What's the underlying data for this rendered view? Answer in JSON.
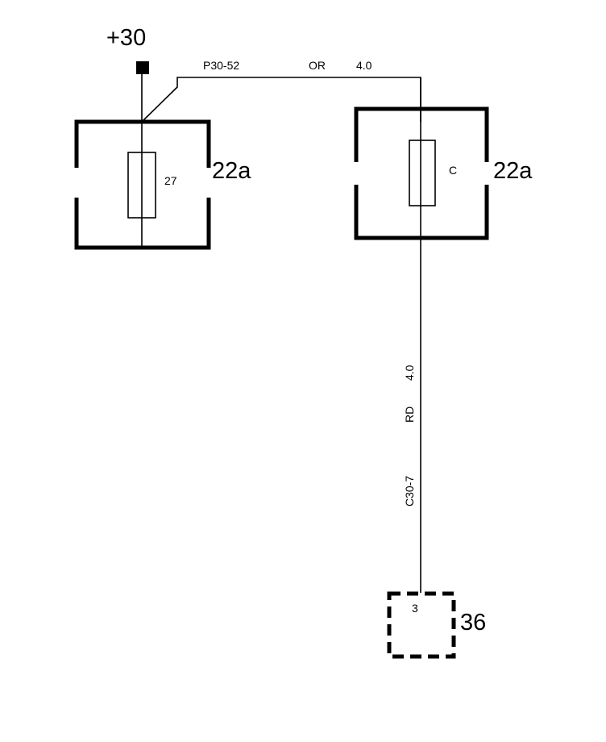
{
  "terminal": {
    "label": "+30"
  },
  "wire_top": {
    "code": "P30-52",
    "color": "OR",
    "size": "4.0"
  },
  "fuse_left": {
    "number": "27",
    "box_label": "22a"
  },
  "fuse_right": {
    "number": "C",
    "box_label": "22a"
  },
  "wire_vertical": {
    "size": "4.0",
    "color": "RD",
    "code": "C30-7"
  },
  "connector": {
    "pin": "3",
    "label": "36"
  }
}
